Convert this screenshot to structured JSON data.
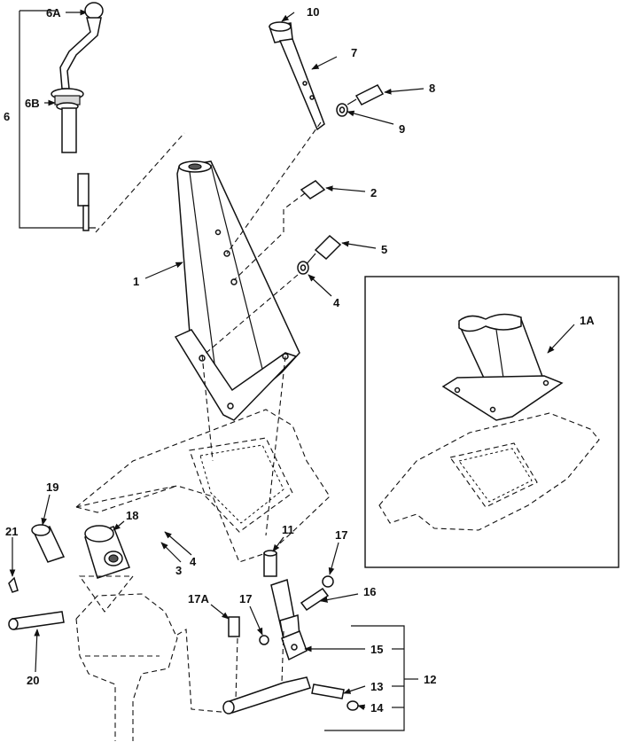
{
  "callouts": {
    "c1": "1",
    "c1A": "1A",
    "c2": "2",
    "c3": "3",
    "c4a": "4",
    "c4b": "4",
    "c5": "5",
    "c6": "6",
    "c6A": "6A",
    "c6B": "6B",
    "c7": "7",
    "c8": "8",
    "c9": "9",
    "c10": "10",
    "c11": "11",
    "c12": "12",
    "c13": "13",
    "c14": "14",
    "c15": "15",
    "c16": "16",
    "c17a": "17",
    "c17b": "17",
    "c17A": "17A",
    "c18": "18",
    "c19": "19",
    "c20": "20",
    "c21": "21"
  }
}
